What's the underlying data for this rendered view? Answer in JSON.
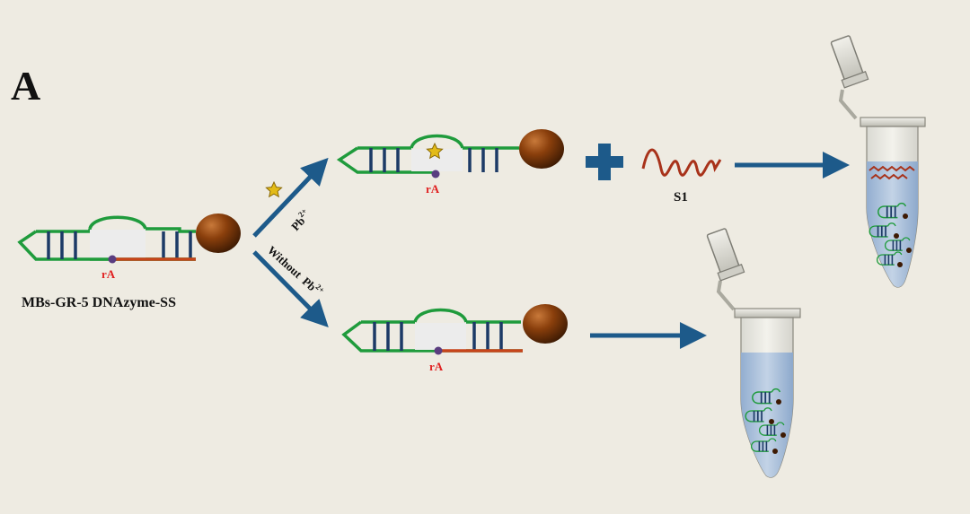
{
  "panel_label": "A",
  "construct_label": "MBs-GR-5 DNAzyme-SS",
  "cleavage_site": "rA",
  "pb_label": "Pb",
  "pb_charge": "2+",
  "without_label": "Without",
  "s1_label": "S1",
  "colors": {
    "background": "#eeebe2",
    "strand_green": "#1f9b3c",
    "bar_navy": "#1c3a66",
    "substrate_red": "#c8441b",
    "arrow_blue": "#1d5a8a",
    "bead_brown": "#7a3608",
    "text_red": "#e02020",
    "star_gold": "#e3bb17",
    "tube_liquid": "#b6c9df"
  },
  "icons": [
    "magnetic-bead-icon",
    "pb-ion-star-icon",
    "plus-icon",
    "s1-strand-wave-icon",
    "centrifuge-tube-icon"
  ]
}
